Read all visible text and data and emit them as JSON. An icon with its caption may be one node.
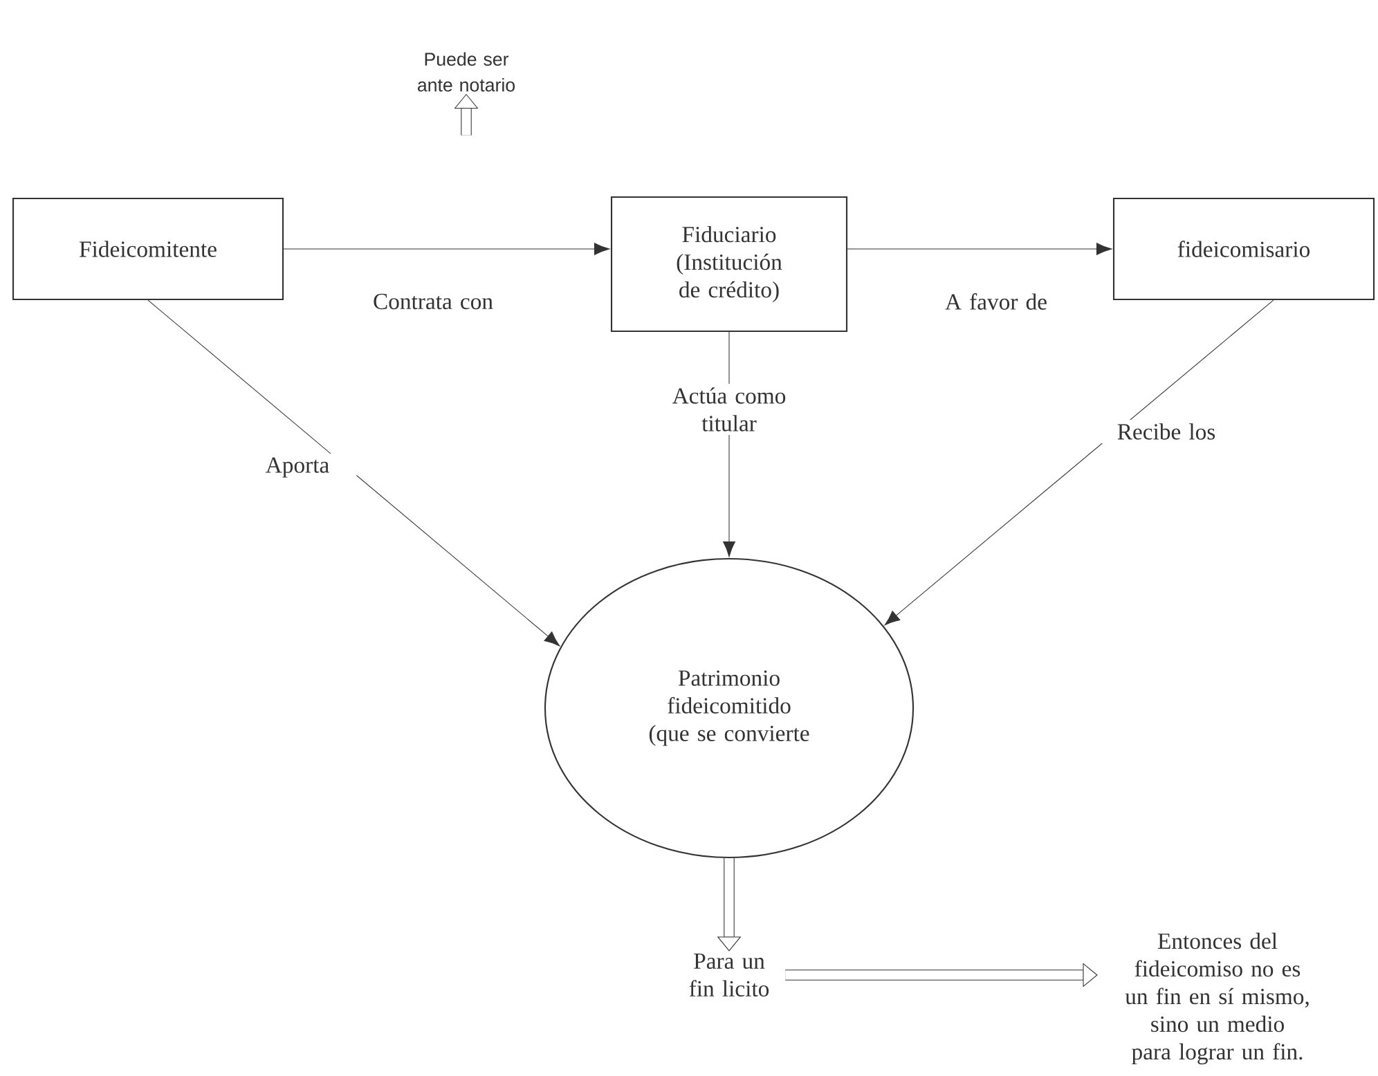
{
  "diagram": {
    "nodes": [
      {
        "text": [
          "Fideicomitente"
        ]
      },
      {
        "text": [
          "Fiduciario (Institución de crédito)"
        ]
      },
      {
        "text": [
          "fideicomisario"
        ]
      },
      {
        "text": [
          "Patrimonio fideicomitido (que se convierte"
        ]
      },
      {
        "text": [
          "Puede ser ante notario"
        ]
      },
      {
        "text": [
          "Para un fin licito"
        ]
      },
      {
        "text": [
          "Entonces del fideicomiso no es un fin en sí mismo, sino un medio para lograr un fin."
        ]
      }
    ],
    "edges": [
      {
        "from": 0,
        "to": 1,
        "arrow": "to",
        "label": "Contrata con"
      },
      {
        "from": 1,
        "to": 2,
        "arrow": "to",
        "label": "A favor de"
      },
      {
        "from": 0,
        "to": 3,
        "arrow": "to",
        "label": "Aporta"
      },
      {
        "from": 1,
        "to": 3,
        "arrow": "to",
        "label": "Actúa como titular"
      },
      {
        "from": 2,
        "to": 3,
        "arrow": "to",
        "label": "Recibe los"
      },
      {
        "from": null,
        "to": 4,
        "arrow": "to",
        "style": "thick"
      },
      {
        "from": 3,
        "to": 5,
        "arrow": "to",
        "style": "thick"
      },
      {
        "from": 5,
        "to": 6,
        "arrow": "to",
        "style": "thick"
      }
    ]
  }
}
